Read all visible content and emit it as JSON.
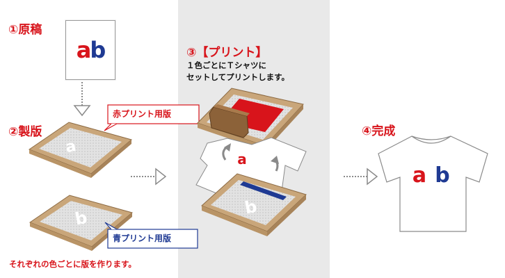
{
  "steps": {
    "manuscript": {
      "title": "①原稿"
    },
    "platemaking": {
      "title": "②製版"
    },
    "print": {
      "title": "③【プリント】",
      "desc_line1": "１色ごとにＴシャツに",
      "desc_line2": "セットしてプリントします。"
    },
    "complete": {
      "title": "④完成"
    }
  },
  "callouts": {
    "red_plate": "赤プリント用版",
    "blue_plate": "青プリント用版"
  },
  "note": "それぞれの色ごとに版を作ります。",
  "artwork": {
    "letter_a": "a",
    "letter_b": "b"
  },
  "colors": {
    "red": "#d8141b",
    "blue": "#1f3a93",
    "frame": "#c9a67a",
    "panel": "#e9e9e9"
  },
  "icons": [
    "down-arrow-icon",
    "right-arrow-icon",
    "squeegee-icon",
    "curved-arrow-icon",
    "tshirt-icon"
  ]
}
